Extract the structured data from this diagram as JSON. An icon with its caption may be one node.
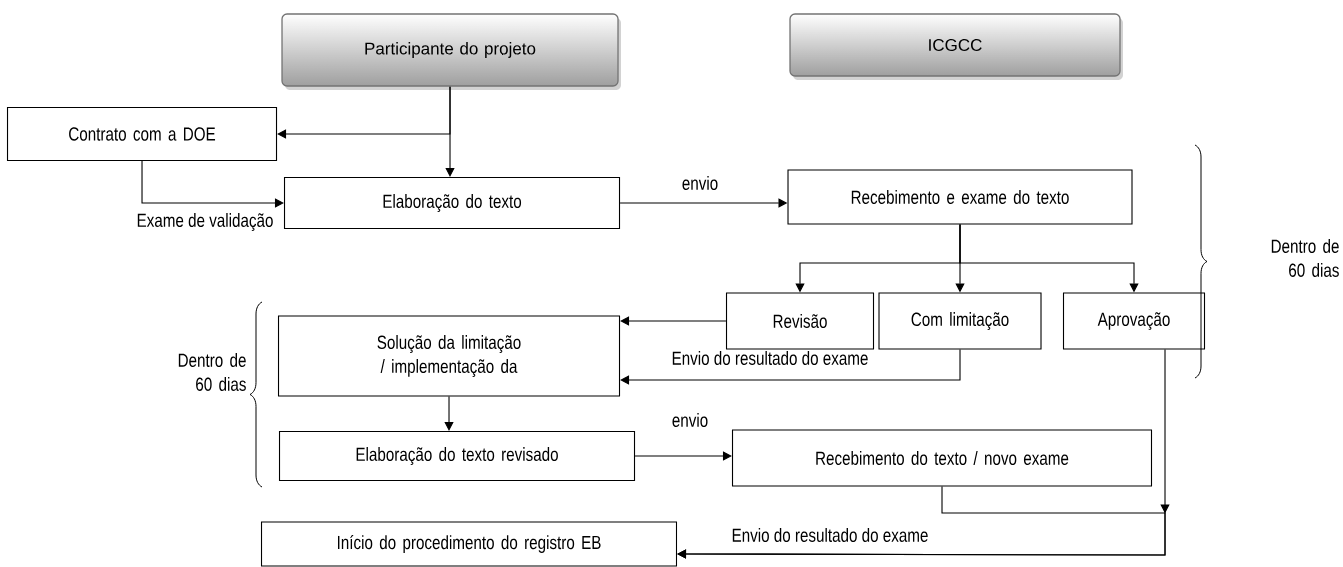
{
  "diagram": {
    "nodes": [
      {
        "text": [
          "Participante do projeto"
        ]
      },
      {
        "text": [
          "ICGCC"
        ]
      },
      {
        "text": [
          "Contrato com a DOE"
        ]
      },
      {
        "text": [
          "Elaboração do texto"
        ]
      },
      {
        "text": [
          "Recebimento e exame do texto"
        ]
      },
      {
        "text": [
          "Revisão"
        ]
      },
      {
        "text": [
          "Com limitação"
        ]
      },
      {
        "text": [
          "Aprovação"
        ]
      },
      {
        "text": [
          "Solução da limitação / implementação da"
        ]
      },
      {
        "text": [
          "Elaboração do texto revisado"
        ]
      },
      {
        "text": [
          "Recebimento do texto / novo exame"
        ]
      },
      {
        "text": [
          "Início do procedimento do registro EB"
        ]
      }
    ],
    "edges": [
      {
        "from": 0,
        "to": 2,
        "arrow": "to"
      },
      {
        "from": 0,
        "to": 3,
        "arrow": "to"
      },
      {
        "from": 2,
        "to": 3,
        "arrow": "to",
        "label": "Exame de validação"
      },
      {
        "from": 3,
        "to": 4,
        "arrow": "to",
        "label": "envio"
      },
      {
        "from": 4,
        "to": 5,
        "arrow": "to"
      },
      {
        "from": 4,
        "to": 6,
        "arrow": "to"
      },
      {
        "from": 4,
        "to": 7,
        "arrow": "to"
      },
      {
        "from": 5,
        "to": 8,
        "arrow": "to"
      },
      {
        "from": 6,
        "to": 8,
        "arrow": "to",
        "label": "Envio do resultado do exame"
      },
      {
        "from": 8,
        "to": 9,
        "arrow": "to"
      },
      {
        "from": 9,
        "to": 10,
        "arrow": "to",
        "label": "envio"
      },
      {
        "from": 10,
        "to": 11,
        "arrow": "to"
      },
      {
        "from": 7,
        "to": 11,
        "arrow": "to",
        "label": "Envio do resultado do exame"
      }
    ],
    "labels": [
      "Dentro de 60 dias",
      "Dentro de 60 dias"
    ]
  }
}
